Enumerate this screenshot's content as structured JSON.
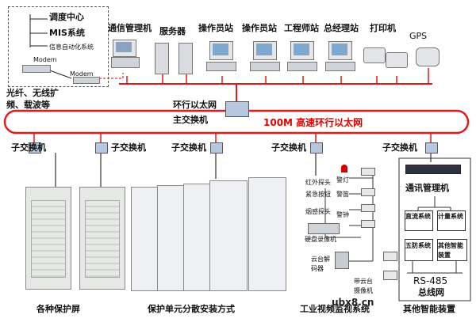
{
  "colors": {
    "ring": "#e11b1b",
    "accent": "#e10000",
    "device_gray": "#d9dbe0",
    "cabinet": "#e9ecef"
  },
  "top_left": {
    "items": [
      "调度中心",
      "MIS系统",
      "信息自动化系统"
    ],
    "modem_left": "Modem",
    "modem_right": "Modem",
    "fiber_label_line1": "光纤、无线扩",
    "fiber_label_line2": "频、载波等"
  },
  "top_devices": [
    "通信管理机",
    "服务器",
    "操作员站",
    "操作员站",
    "工程师站",
    "总经理站",
    "打印机",
    "GPS"
  ],
  "ring": {
    "label": "环行以太网",
    "main_switch": "主交换机",
    "ring_title": "100M 高速环行以太网"
  },
  "sub_switches": [
    "子交换机",
    "子交换机",
    "子交换机",
    "子交换机",
    "子交换机"
  ],
  "video": {
    "labels": [
      "红外探头",
      "紧急按钮",
      "烟感探头",
      "警灯",
      "警笛",
      "警钟",
      "硬盘录像机",
      "云台解码器",
      "带云台摄像机"
    ]
  },
  "right_panel": {
    "title": "通讯管理机",
    "cells": [
      "直流系统",
      "计量系统",
      "五防系统",
      "其他智能装置"
    ],
    "bus_line1": "RS-485",
    "bus_line2": "总线网"
  },
  "bottom_labels": [
    "各种保护屏",
    "保护单元分散安装方式",
    "工业视频监视系统",
    "其他智能装置"
  ],
  "watermark": "ubx8.cn"
}
